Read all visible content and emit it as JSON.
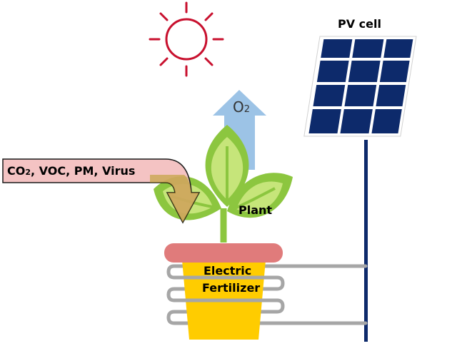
{
  "labels": {
    "pv_cell": "PV cell",
    "oxygen": "O",
    "oxygen_sub": "2",
    "inflow_co": "CO",
    "inflow_sub": "2",
    "inflow_rest": ", VOC, PM, Virus",
    "plant": "Plant",
    "fertilizer_line1": "Electric",
    "fertilizer_line2": "Fertilizer"
  },
  "colors": {
    "sun": "#c8102e",
    "panel": "#0d2a6b",
    "panel_frame": "#ffffff",
    "pole": "#0d2a6b",
    "oxygen_arrow": "#9cc3e6",
    "inflow_arrow": "#f2b8b8",
    "inflow_arrow_border": "#1a1a1a",
    "leaf_outer": "#8cc63f",
    "leaf_inner": "#c6e57a",
    "stem": "#8cc63f",
    "pot_rim": "#e07b7b",
    "pot_body": "#ffcc00",
    "coil": "#a6a6a6",
    "inner_arrow": "#b79a1e"
  },
  "icons": {
    "sun": "sun-icon",
    "solar_panel": "solar-panel-icon",
    "plant": "plant-icon",
    "pot": "flower-pot-icon"
  }
}
